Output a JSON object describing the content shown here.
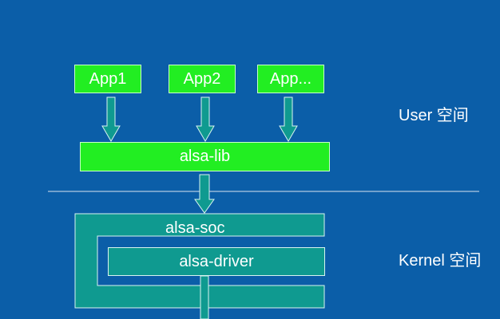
{
  "apps": [
    {
      "label": "App1"
    },
    {
      "label": "App2"
    },
    {
      "label": "App..."
    }
  ],
  "lib": {
    "label": "alsa-lib"
  },
  "kernel": {
    "soc_label": "alsa-soc",
    "driver_label": "alsa-driver"
  },
  "regions": {
    "user_label": "User 空间",
    "kernel_label": "Kernel 空间"
  },
  "colors": {
    "background": "#0b5ea8",
    "user_box": "#22ee22",
    "kernel_box": "#0f9a90",
    "arrow": "#0f9a90",
    "outline": "#ffffff"
  }
}
